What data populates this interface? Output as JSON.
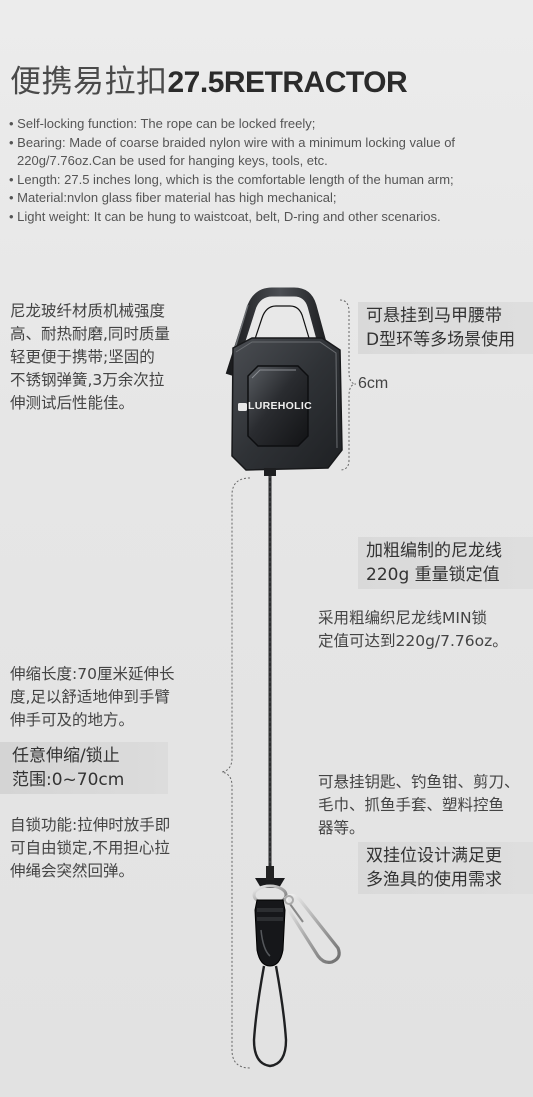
{
  "title": {
    "cn": "便携易拉扣",
    "en": "27.5RETRACTOR"
  },
  "features": [
    "• Self-locking function: The rope can be locked freely;",
    "• Bearing: Made of coarse braided nylon wire with a minimum locking value of 220g/7.76oz.Can be used for hanging keys, tools, etc.",
    "• Length: 27.5 inches long, which is the comfortable length of the human arm;",
    "• Material:nvlon glass fiber material has high mechanical;",
    "• Light weight: It can be hung to waistcoat, belt, D-ring and other scenarios."
  ],
  "material_text": {
    "line1": "尼龙玻纤材质机械强度",
    "line2": "高、耐热耐磨,同时质量",
    "line3": "轻更便于携带;坚固的",
    "line4": "不锈钢弹簧,3万余次拉",
    "line5": "伸测试后性能佳。"
  },
  "hang_highlight": {
    "line1": "可悬挂到马甲腰带",
    "line2": "D型环等多场景使用"
  },
  "size_label": "6cm",
  "brand_logo": "LUREHOLIC",
  "nylon_highlight": {
    "line1": "加粗编制的尼龙线",
    "line2": "220g 重量锁定值"
  },
  "nylon_text": {
    "line1": "采用粗编织尼龙线MIN锁",
    "line2": "定值可达到220g/7.76oz。"
  },
  "length_text": {
    "line1": "伸缩长度:70厘米延伸长",
    "line2": "度,足以舒适地伸到手臂",
    "line3": "伸手可及的地方。"
  },
  "range_highlight": {
    "line1": "任意伸缩/锁止",
    "line2": "范围:0~70cm"
  },
  "lock_text": {
    "line1": "自锁功能:拉伸时放手即",
    "line2": "可自由锁定,不用担心拉",
    "line3": "伸绳会突然回弹。"
  },
  "uses_text": {
    "line1": "可悬挂钥匙、钓鱼钳、剪刀、",
    "line2": "毛巾、抓鱼手套、塑料控鱼",
    "line3": "器等。"
  },
  "double_highlight": {
    "line1": "双挂位设计满足更",
    "line2": "多渔具的使用需求"
  }
}
